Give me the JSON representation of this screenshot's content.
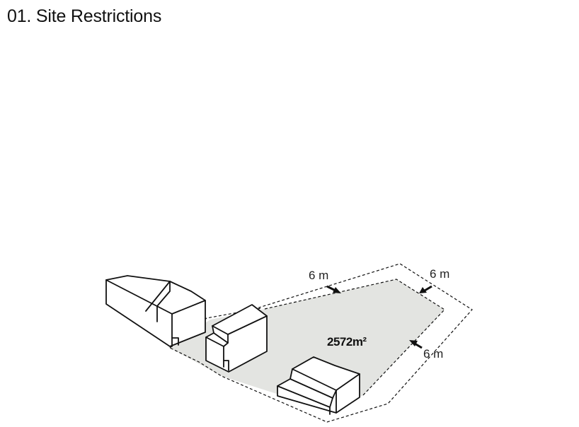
{
  "header": {
    "title": "01. Site Restrictions"
  },
  "diagram": {
    "setback_labels": [
      "6 m",
      "6 m",
      "6 m"
    ],
    "area_label": "2572m²",
    "colors": {
      "buildable_fill": "#e3e4e1",
      "line": "#111111",
      "background": "#ffffff"
    }
  }
}
